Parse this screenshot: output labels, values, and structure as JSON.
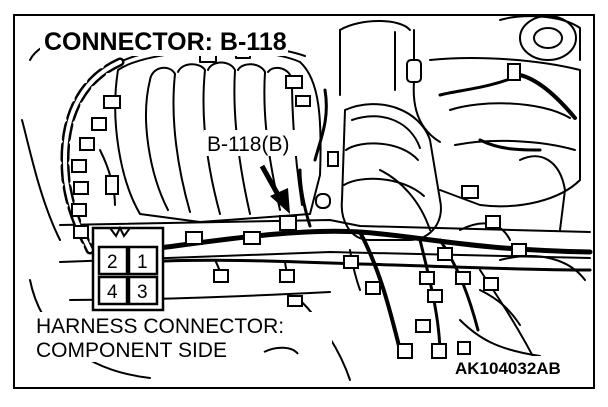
{
  "title": "CONNECTOR: B-118",
  "callout_label": "B-118(B)",
  "caption": {
    "line1": "HARNESS CONNECTOR:",
    "line2": "COMPONENT SIDE"
  },
  "connector_pins": [
    "2",
    "1",
    "4",
    "3"
  ],
  "figure_code": "AK104032AB",
  "colors": {
    "line": "#000000",
    "background": "#ffffff"
  }
}
